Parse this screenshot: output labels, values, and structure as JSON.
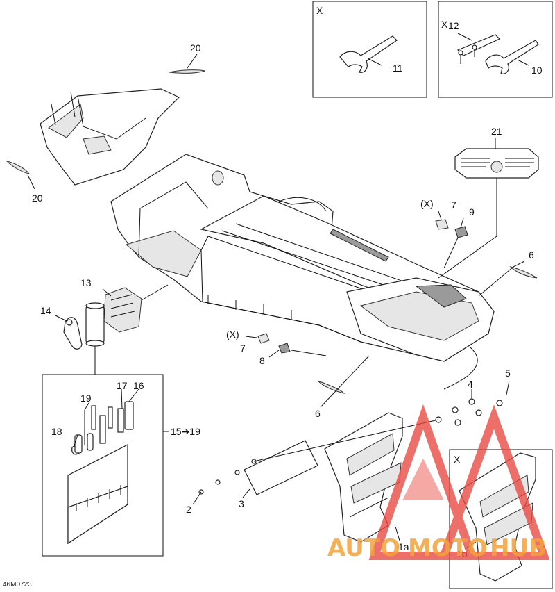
{
  "drawing_code": "46M0723",
  "callouts": {
    "c1a": "1a",
    "c1b": "1b",
    "c2": "2",
    "c3": "3",
    "c4": "4",
    "c5": "5",
    "c6a": "6",
    "c6b": "6",
    "c7a": "7",
    "c7b": "7",
    "c8": "8",
    "c9": "9",
    "c10": "10",
    "c11": "11",
    "c12": "12",
    "c13": "13",
    "c14": "14",
    "c15": "15➔19",
    "c16": "16",
    "c17": "17",
    "c18": "18",
    "c19": "19",
    "c20a": "20",
    "c20b": "20",
    "c21": "21",
    "x_ref_a": "(X)",
    "x_ref_b": "(X)",
    "x_box_a": "X",
    "x_box_b": "X",
    "x_box_c": "X"
  },
  "watermark": {
    "text_auto": "AUTO",
    "text_moto": "MOTO",
    "text_hub": "HUB",
    "color_red": "#e8473f",
    "color_orange": "#f2a33a"
  }
}
